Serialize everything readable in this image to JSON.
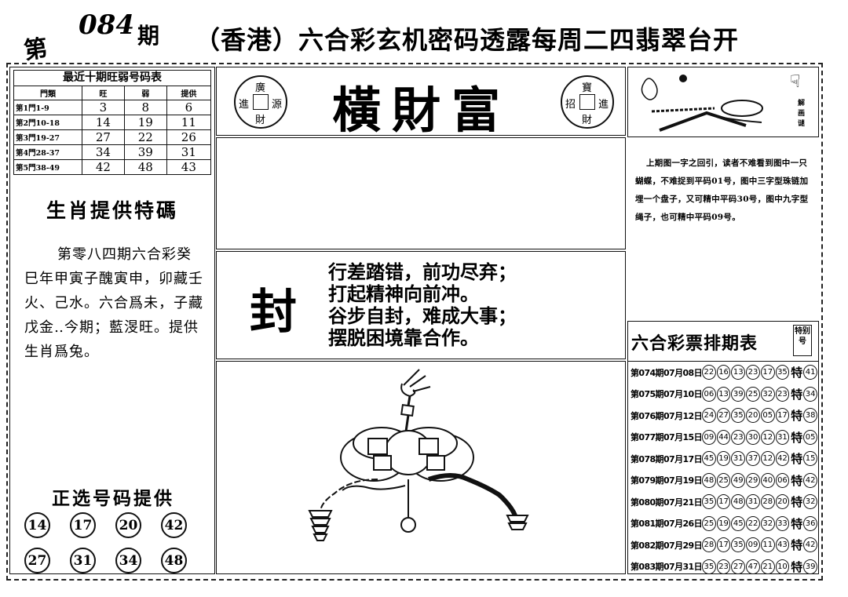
{
  "header": {
    "issue_prefix": "第",
    "issue_number": "084",
    "issue_suffix": "期",
    "title": "（香港）六合彩玄机密码透露每周二四翡翠台开"
  },
  "stats_table": {
    "title": "最近十期旺弱号码表",
    "headers": [
      "門類",
      "旺",
      "弱",
      "提供"
    ],
    "rows": [
      {
        "label": "第1門1-9",
        "values": [
          "3",
          "8",
          "6"
        ]
      },
      {
        "label": "第2門10-18",
        "values": [
          "14",
          "19",
          "11"
        ]
      },
      {
        "label": "第3門19-27",
        "values": [
          "27",
          "22",
          "26"
        ]
      },
      {
        "label": "第4門28-37",
        "values": [
          "34",
          "39",
          "31"
        ]
      },
      {
        "label": "第5門38-49",
        "values": [
          "42",
          "48",
          "43"
        ]
      }
    ]
  },
  "zodiac": {
    "heading": "生肖提供特碼",
    "paragraph": "第零八四期六合彩癸巳年甲寅子醜寅申，卯藏壬火、己水。六合爲未，子藏戊金‥今期；藍渂旺。提供生肖爲兔。"
  },
  "picks": {
    "heading": "正选号码提供",
    "numbers": [
      "14",
      "17",
      "20",
      "42",
      "27",
      "31",
      "34",
      "48"
    ]
  },
  "banner": {
    "title": "橫財富",
    "left_coin": {
      "top": "廣",
      "left": "進",
      "right": "源",
      "bottom": "財"
    },
    "right_coin": {
      "top": "寶",
      "left": "招",
      "right": "進",
      "bottom": "財"
    }
  },
  "poem": {
    "word": "封",
    "lines": [
      "行差踏错，前功尽弃；",
      "打起精神向前冲。",
      "谷步自封，难成大事；",
      "摆脱困境靠合作。"
    ]
  },
  "riddle": {
    "label": "解画谜",
    "text": "上期图一字之回引，读者不难看到图中一只蝴蝶，不难捉到平码01号，图中三字型珠链加埋一个盘子，又可精中平码30号，图中九字型绳子，也可精中平码09号。"
  },
  "schedule": {
    "title": "六合彩票排期表",
    "special_label": "特别号",
    "special_word": "特",
    "rows": [
      {
        "period": "第074期07月08日",
        "balls": [
          "22",
          "16",
          "13",
          "23",
          "17",
          "35"
        ],
        "special": "41"
      },
      {
        "period": "第075期07月10日",
        "balls": [
          "06",
          "13",
          "39",
          "25",
          "32",
          "23"
        ],
        "special": "34"
      },
      {
        "period": "第076期07月12日",
        "balls": [
          "24",
          "27",
          "35",
          "20",
          "05",
          "17"
        ],
        "special": "38"
      },
      {
        "period": "第077期07月15日",
        "balls": [
          "09",
          "44",
          "23",
          "30",
          "12",
          "31"
        ],
        "special": "05"
      },
      {
        "period": "第078期07月17日",
        "balls": [
          "45",
          "19",
          "31",
          "37",
          "12",
          "42"
        ],
        "special": "15"
      },
      {
        "period": "第079期07月19日",
        "balls": [
          "48",
          "25",
          "49",
          "29",
          "40",
          "06"
        ],
        "special": "42"
      },
      {
        "period": "第080期07月21日",
        "balls": [
          "35",
          "17",
          "48",
          "31",
          "28",
          "20"
        ],
        "special": "32"
      },
      {
        "period": "第081期07月26日",
        "balls": [
          "25",
          "19",
          "45",
          "22",
          "32",
          "33"
        ],
        "special": "36"
      },
      {
        "period": "第082期07月29日",
        "balls": [
          "28",
          "17",
          "35",
          "09",
          "11",
          "43"
        ],
        "special": "42"
      },
      {
        "period": "第083期07月31日",
        "balls": [
          "35",
          "23",
          "27",
          "47",
          "21",
          "10"
        ],
        "special": "39"
      }
    ]
  }
}
